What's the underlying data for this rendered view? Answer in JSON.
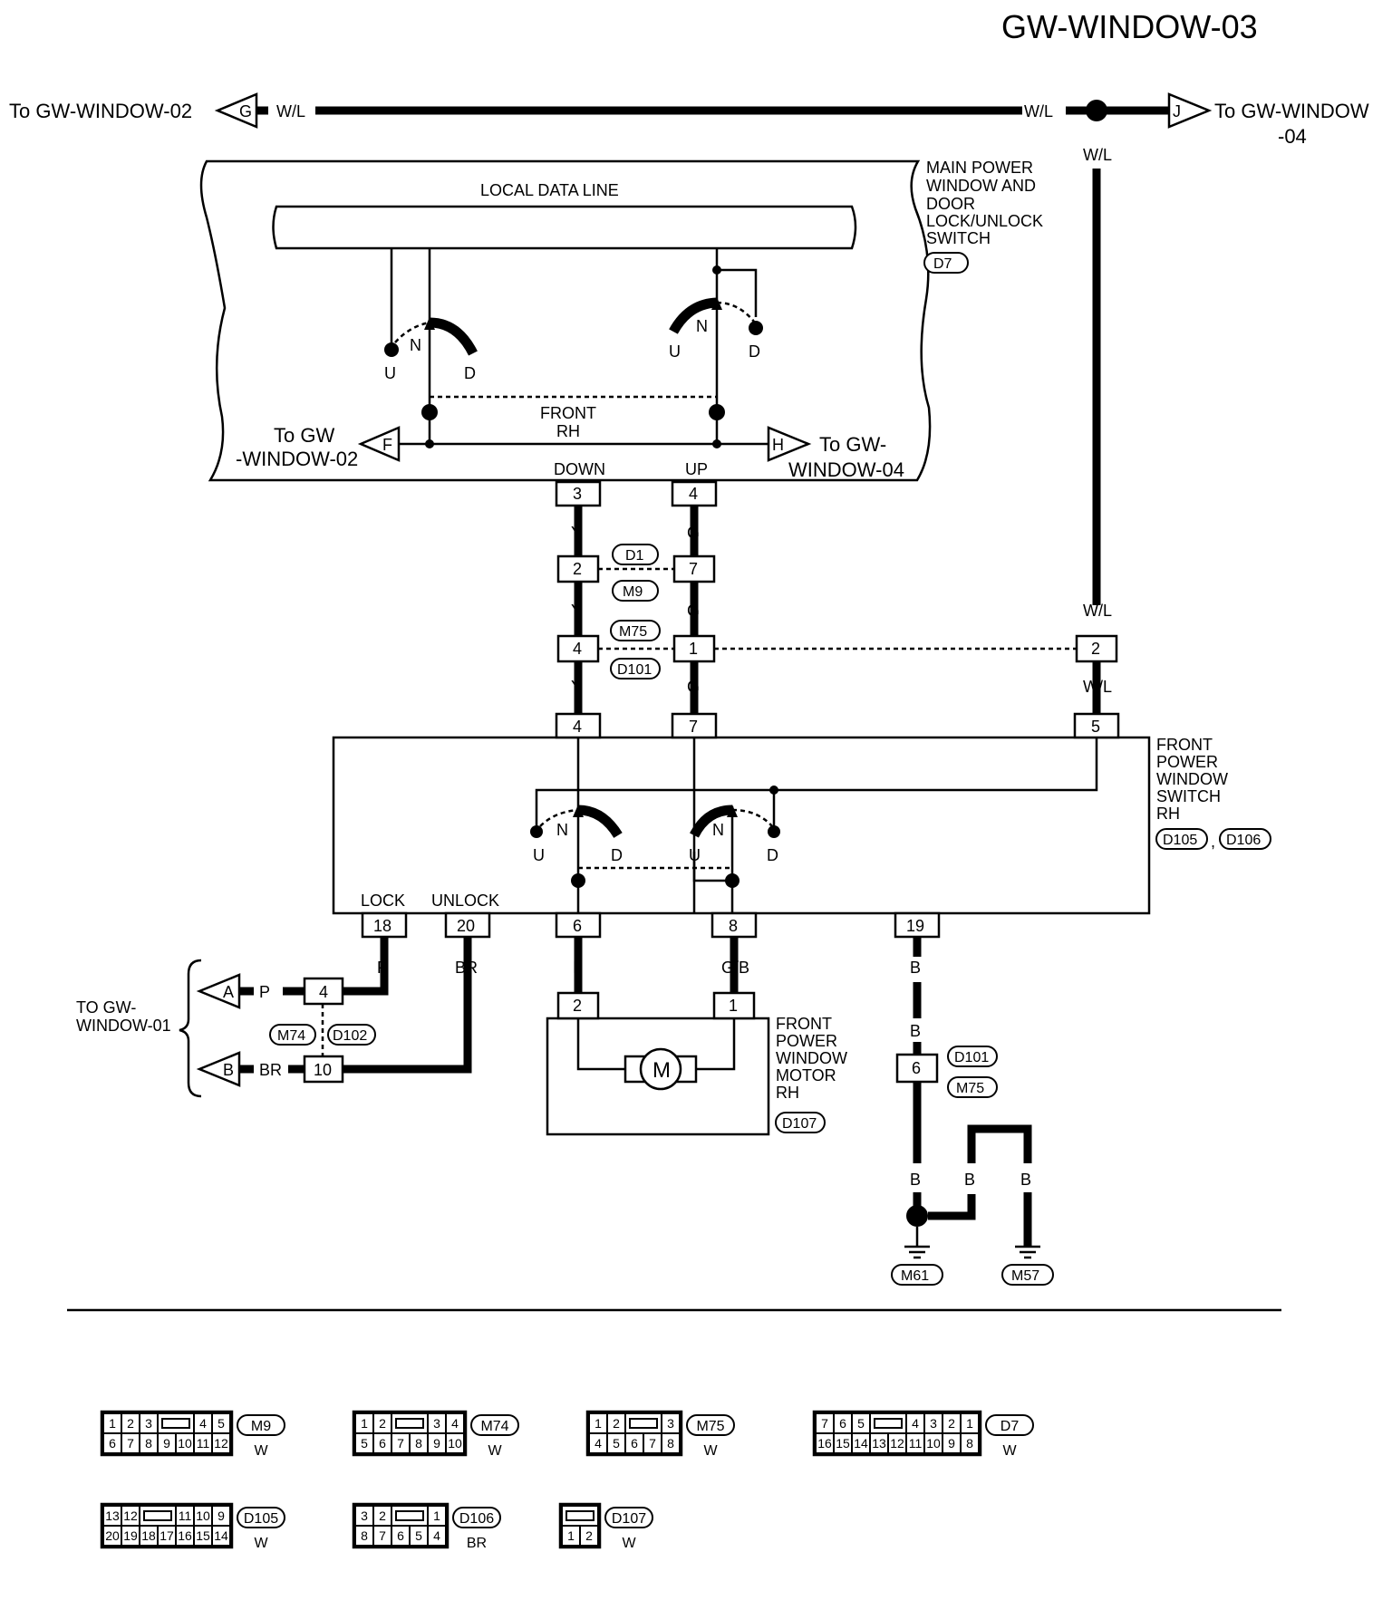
{
  "title": "GW-WINDOW-03",
  "offpage": {
    "to_02_top": "To GW-WINDOW-02",
    "to_04_top_1": "To GW-WINDOW",
    "to_04_top_2": "-04",
    "to_02_mid_1": "To GW",
    "to_02_mid_2": "-WINDOW-02",
    "to_04_mid_1": "To GW-",
    "to_04_mid_2": "WINDOW-04",
    "to_01_1": "TO GW-",
    "to_01_2": "WINDOW-01",
    "letter_g": "G",
    "letter_j": "J",
    "letter_f": "F",
    "letter_h": "H",
    "letter_a": "A",
    "letter_b": "B"
  },
  "wires": {
    "wl": "W/L",
    "y": "Y",
    "g": "G",
    "l": "L",
    "gb": "G/B",
    "b": "B",
    "p": "P",
    "br": "BR"
  },
  "main_switch": {
    "name_lines": [
      "MAIN POWER",
      "WINDOW AND",
      "DOOR",
      "LOCK/UNLOCK",
      "SWITCH"
    ],
    "connector": "D7",
    "local_data_line": "LOCAL DATA LINE",
    "front_rh_1": "FRONT",
    "front_rh_2": "RH",
    "down": "DOWN",
    "up": "UP",
    "pin_down": "3",
    "pin_up": "4"
  },
  "switch_labels": {
    "u": "U",
    "n": "N",
    "d": "D"
  },
  "joints": {
    "d1": "D1",
    "m9": "M9",
    "m75": "M75",
    "d101": "D101",
    "pin_2": "2",
    "pin_7": "7",
    "pin_4": "4",
    "pin_1": "1",
    "pin_wl2": "2"
  },
  "rh_switch": {
    "name_lines": [
      "FRONT",
      "POWER",
      "WINDOW",
      "SWITCH",
      "RH"
    ],
    "connector_a": "D105",
    "connector_b": "D106",
    "comma": ",",
    "pin_4": "4",
    "pin_7": "7",
    "pin_5": "5",
    "lock": "LOCK",
    "unlock": "UNLOCK",
    "pin_18": "18",
    "pin_20": "20",
    "pin_6": "6",
    "pin_8": "8",
    "pin_19": "19"
  },
  "motor": {
    "name_lines": [
      "FRONT",
      "POWER",
      "WINDOW",
      "MOTOR",
      "RH"
    ],
    "connector": "D107",
    "symbol": "M",
    "pin_2": "2",
    "pin_1": "1"
  },
  "left_joint": {
    "m74": "M74",
    "d102": "D102",
    "pin_4": "4",
    "pin_10": "10"
  },
  "ground": {
    "d101": "D101",
    "m75": "M75",
    "pin_6": "6",
    "m61": "M61",
    "m57": "M57"
  },
  "connectors": [
    {
      "id": "M9",
      "color": "W",
      "top": [
        "1",
        "2",
        "3",
        "",
        "4",
        "5"
      ],
      "bottom": [
        "6",
        "7",
        "8",
        "9",
        "10",
        "11",
        "12"
      ]
    },
    {
      "id": "M74",
      "color": "W",
      "top": [
        "1",
        "2",
        "",
        "3",
        "4"
      ],
      "bottom": [
        "5",
        "6",
        "7",
        "8",
        "9",
        "10"
      ]
    },
    {
      "id": "M75",
      "color": "W",
      "top": [
        "1",
        "2",
        "",
        "3"
      ],
      "bottom": [
        "4",
        "5",
        "6",
        "7",
        "8"
      ]
    },
    {
      "id": "D7",
      "color": "W",
      "top": [
        "7",
        "6",
        "5",
        "",
        "4",
        "3",
        "2",
        "1"
      ],
      "bottom": [
        "16",
        "15",
        "14",
        "13",
        "12",
        "11",
        "10",
        "9",
        "8"
      ]
    },
    {
      "id": "D105",
      "color": "W",
      "top": [
        "13",
        "12",
        "",
        "11",
        "10",
        "9"
      ],
      "bottom": [
        "20",
        "19",
        "18",
        "17",
        "16",
        "15",
        "14"
      ]
    },
    {
      "id": "D106",
      "color": "BR",
      "top": [
        "3",
        "2",
        "",
        "1"
      ],
      "bottom": [
        "8",
        "7",
        "6",
        "5",
        "4"
      ]
    },
    {
      "id": "D107",
      "color": "W",
      "top": [
        ""
      ],
      "bottom": [
        "1",
        "2"
      ]
    }
  ]
}
